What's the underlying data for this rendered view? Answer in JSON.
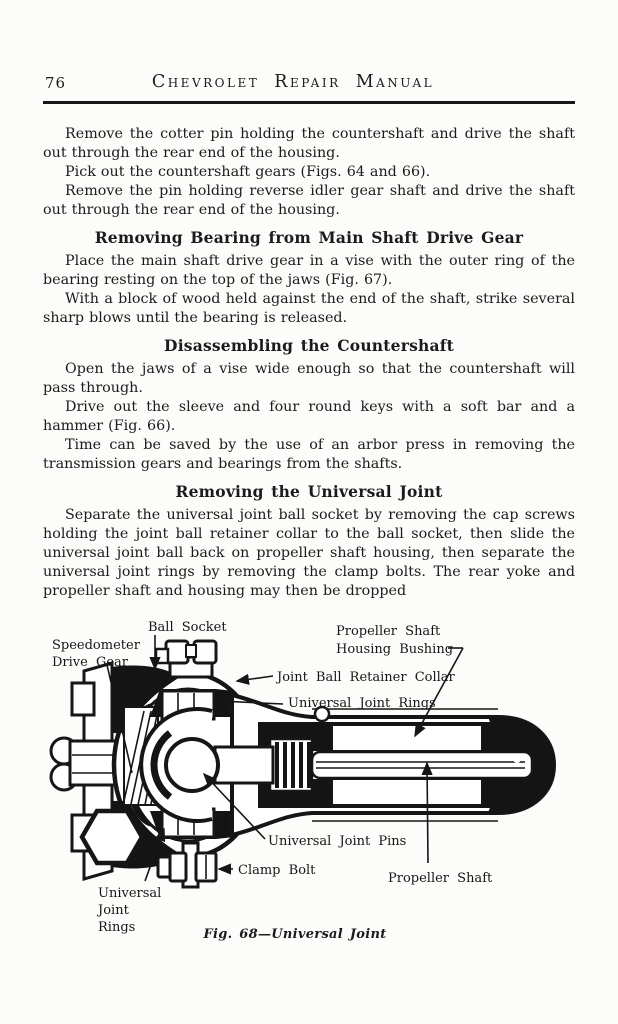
{
  "page": {
    "number": "76",
    "header_title": "Chevrolet Repair Manual",
    "ink_color": "#1a1a1a",
    "paper_color": "#fcfcfb"
  },
  "intro": [
    "Remove the cotter pin holding the countershaft and drive the shaft out through the rear end of the housing.",
    "Pick out the countershaft gears (Figs. 64 and 66).",
    "Remove the pin holding reverse idler gear shaft and drive the shaft out through the rear end of the housing."
  ],
  "sections": [
    {
      "heading": "Removing Bearing from Main Shaft Drive Gear",
      "paragraphs": [
        "Place the main shaft drive gear in a vise with the outer ring of the bearing resting on the top of the jaws (Fig. 67).",
        "With a block of wood held against the end of the shaft, strike several sharp blows until the bearing is released."
      ]
    },
    {
      "heading": "Disassembling the Countershaft",
      "paragraphs": [
        "Open the jaws of a vise wide enough so that the countershaft will pass through.",
        "Drive out the sleeve and four round keys with a soft bar and a hammer (Fig. 66).",
        "Time can be saved by the use of an arbor press in removing the transmission gears and bearings from the shafts."
      ]
    },
    {
      "heading": "Removing the Universal Joint",
      "paragraphs": [
        "Separate the universal joint ball socket by removing the cap screws holding the joint ball retainer collar to the ball socket, then slide the universal joint ball back on propeller shaft housing, then separate the universal joint rings by removing the clamp bolts. The rear yoke and propeller shaft and housing may then be dropped"
      ]
    }
  ],
  "figure": {
    "caption": "Fig. 68—Universal Joint",
    "labels": {
      "ball_socket": "Ball Socket",
      "speedometer_drive_gear": [
        "Speedometer",
        "Drive Gear"
      ],
      "propeller_shaft_housing_bushing": [
        "Propeller Shaft",
        "Housing Bushing"
      ],
      "joint_ball_retainer_collar": "Joint Ball Retainer Collar",
      "universal_joint_rings_upper": "Universal Joint Rings",
      "universal_joint_pins": "Universal Joint Pins",
      "clamp_bolt": "Clamp Bolt",
      "universal_joint_rings_lower": [
        "Universal",
        "Joint",
        "Rings"
      ],
      "propeller_shaft": "Propeller Shaft"
    }
  }
}
